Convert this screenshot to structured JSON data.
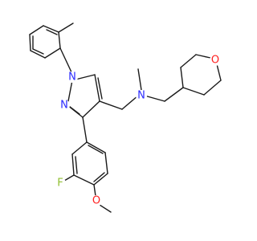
{
  "molecule": {
    "atoms": {
      "N_pyrazole_1": "N",
      "N_pyrazole_2": "N",
      "N_amine": "N",
      "O_pyran": "O",
      "F": "F",
      "O_methoxy": "O"
    },
    "colors": {
      "bond": "#1a1a1a",
      "nitrogen": "#2a2aff",
      "oxygen": "#ff2020",
      "fluorine": "#8fbf2f"
    }
  }
}
